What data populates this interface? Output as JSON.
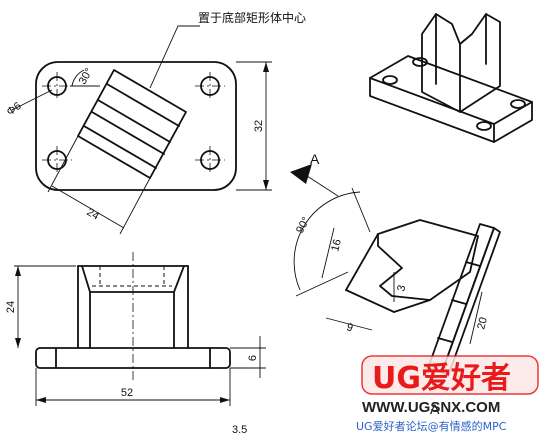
{
  "annotation": {
    "text": "置于底部矩形体中心"
  },
  "dimensions": {
    "hole_dia": "Φ6",
    "tilt_angle": "30°",
    "plate_height": "32",
    "block_width": "24",
    "front_height": "24",
    "base_thickness": "6",
    "total_length": "52",
    "bottom_cut": "3.5",
    "view_angle": "90°",
    "v_depth": "16",
    "v_bottom": "3",
    "v_offset": "9",
    "side_length": "20"
  },
  "view_label": {
    "arrow_label": "A",
    "section_label": "A"
  },
  "watermark": {
    "title": "UG爱好者",
    "url": "WWW.UGSNX.COM",
    "footer": "UG爱好者论坛@有情感的MPC"
  }
}
